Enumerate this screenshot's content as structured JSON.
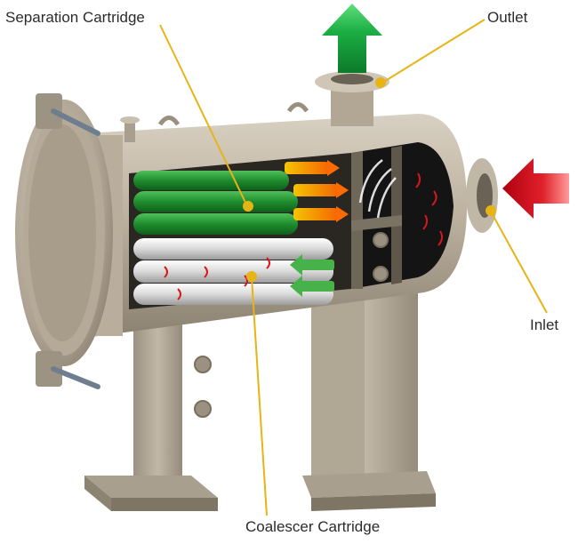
{
  "labels": {
    "separation_cartridge": "Separation Cartridge",
    "outlet": "Outlet",
    "inlet": "Inlet",
    "coalescer_cartridge": "Coalescer Cartridge"
  },
  "colors": {
    "vessel": "#b6ab9a",
    "vessel_dark": "#8e8474",
    "separation_cartridge": "#1e8a2c",
    "coalescer_cartridge": "#d6d6d6",
    "outlet_arrow": "#17a23a",
    "inlet_arrow": "#d8161e",
    "leader_line": "#e7b416",
    "flow_arrow": "#ff7a00"
  }
}
